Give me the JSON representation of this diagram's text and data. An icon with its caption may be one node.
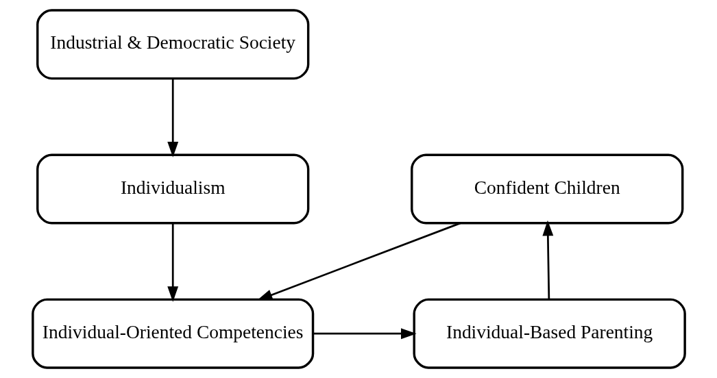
{
  "diagram": {
    "nodes": [
      {
        "text": [
          "Industrial & Democratic Society"
        ]
      },
      {
        "text": [
          "Individualism"
        ]
      },
      {
        "text": [
          "Individual-Oriented Competencies"
        ]
      },
      {
        "text": [
          "Confident Children"
        ]
      },
      {
        "text": [
          "Individual-Based Parenting"
        ]
      }
    ],
    "edges": [
      {
        "from": 0,
        "to": 1,
        "arrow": "to"
      },
      {
        "from": 1,
        "to": 2,
        "arrow": "to"
      },
      {
        "from": 3,
        "to": 2,
        "arrow": "to"
      },
      {
        "from": 2,
        "to": 4,
        "arrow": "to"
      },
      {
        "from": 4,
        "to": 3,
        "arrow": "to"
      }
    ]
  }
}
